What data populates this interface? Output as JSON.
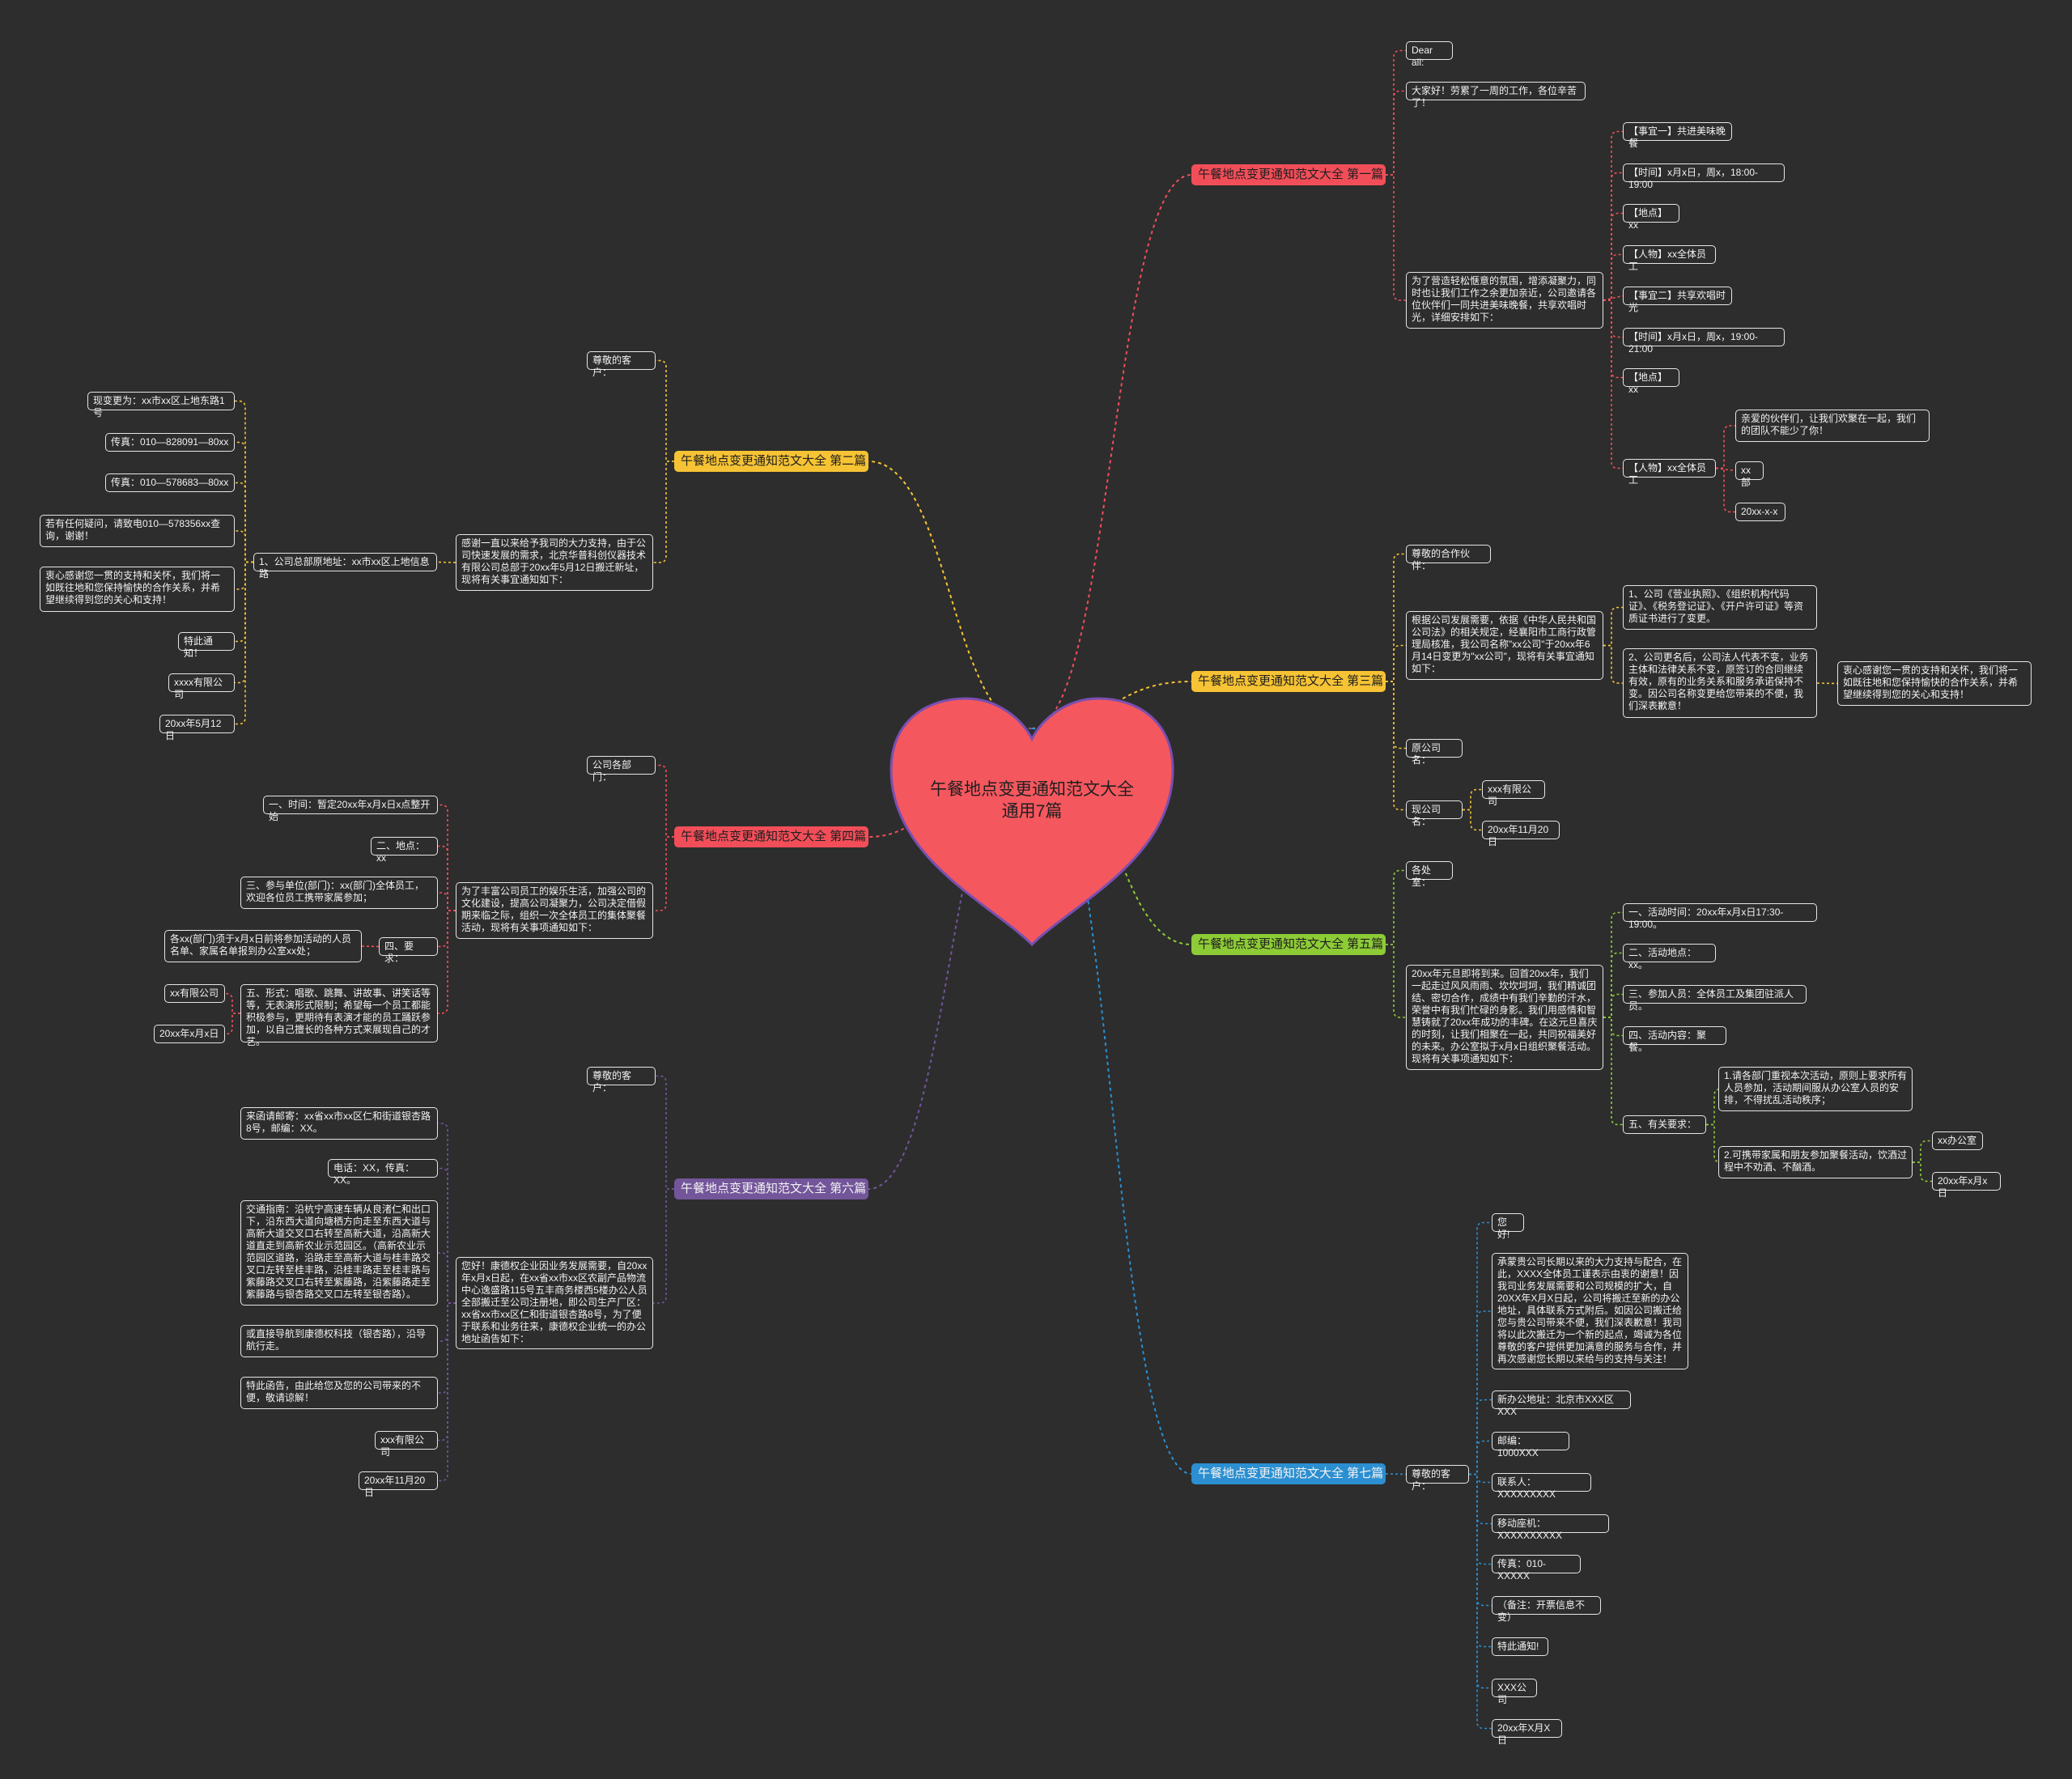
{
  "root": {
    "title": "午餐地点变更通知范文大全通用7篇"
  },
  "branches": [
    {
      "label": "午餐地点变更通知范文大全 第一篇",
      "color": "#f24e59",
      "text_color": "#1f1f1f",
      "nodes": [
        "Dear all:",
        "大家好！劳累了一周的工作，各位辛苦了！",
        "为了营造轻松惬意的氛围，增添凝聚力，同时也让我们工作之余更加亲近，公司邀请各位伙伴们一同共进美味晚餐，共享欢唱时光，详细安排如下：",
        "【事宜一】共进美味晚餐",
        "【时间】x月x日，周x，18:00-19:00",
        "【地点】xx",
        "【人物】xx全体员工",
        "【事宜二】共享欢唱时光",
        "【时间】x月x日，周x，19:00-21:00",
        "【地点】xx",
        "【人物】xx全体员工",
        "亲爱的伙伴们，让我们欢聚在一起，我们的团队不能少了你！",
        "xx部",
        "20xx-x-x"
      ]
    },
    {
      "label": "午餐地点变更通知范文大全 第二篇",
      "color": "#f6c334",
      "text_color": "#1f1f1f",
      "nodes": [
        "尊敬的客户：",
        "感谢一直以来给予我司的大力支持，由于公司快速发展的需求，北京华普科创仪器技术有限公司总部于20xx年5月12日搬迁新址，现将有关事宜通知如下：",
        "1、公司总部原地址：xx市xx区上地信息路",
        "现变更为：xx市xx区上地东路1号",
        "传真：010—828091—80xx",
        "传真：010—578683—80xx",
        "若有任何疑问，请致电010—578356xx查询，谢谢！",
        "衷心感谢您一贯的支持和关怀，我们将一如既往地和您保持愉快的合作关系，并希望继续得到您的关心和支持！",
        "特此通知！",
        "xxxx有限公司",
        "20xx年5月12日"
      ]
    },
    {
      "label": "午餐地点变更通知范文大全 第三篇",
      "color": "#f6c334",
      "text_color": "#1f1f1f",
      "nodes": [
        "尊敬的合作伙伴：",
        "根据公司发展需要，依据《中华人民共和国公司法》的相关规定，经襄阳市工商行政管理局核准，我公司名称\"xx公司\"于20xx年6月14日变更为\"xx公司\"，现将有关事宜通知如下：",
        "1、公司《营业执照》、《组织机构代码证》、《税务登记证》、《开户许可证》等资质证书进行了变更。",
        "2、公司更名后，公司法人代表不变，业务主体和法律关系不变，原签订的合同继续有效，原有的业务关系和服务承诺保持不变。因公司名称变更给您带来的不便，我们深表歉意！",
        "衷心感谢您一贯的支持和关怀，我们将一如既往地和您保持愉快的合作关系，并希望继续得到您的关心和支持！",
        "原公司名：",
        "现公司名：",
        "xxx有限公司",
        "20xx年11月20日"
      ]
    },
    {
      "label": "午餐地点变更通知范文大全 第四篇",
      "color": "#f24e59",
      "text_color": "#1f1f1f",
      "nodes": [
        "公司各部门：",
        "为了丰富公司员工的娱乐生活，加强公司的文化建设，提高公司凝聚力，公司决定借假期来临之际，组织一次全体员工的集体聚餐活动，现将有关事项通知如下：",
        "一、时间：暂定20xx年x月x日x点整开始",
        "二、地点：xx",
        "三、参与单位(部门)：xx(部门)全体员工，欢迎各位员工携带家属参加；",
        "四、要求：",
        "各xx(部门)须于x月x日前将参加活动的人员名单、家属名单报到办公室xx处；",
        "五、形式：唱歌、跳舞、讲故事、讲笑话等等，无表演形式限制；希望每一个员工都能积极参与，更期待有表演才能的员工踊跃参加，以自己擅长的各种方式来展现自己的才艺。",
        "xx有限公司",
        "20xx年x月x日"
      ]
    },
    {
      "label": "午餐地点变更通知范文大全 第五篇",
      "color": "#8dcc36",
      "text_color": "#1f1f1f",
      "nodes": [
        "各处室：",
        "20xx年元旦即将到来。回首20xx年，我们一起走过风风雨雨、坎坎坷坷，我们精诚团结、密切合作，成绩中有我们辛勤的汗水，荣誉中有我们忙碌的身影。我们用感情和智慧铸就了20xx年成功的丰碑。在这元旦喜庆的时刻，让我们相聚在一起，共同祝福美好的未来。办公室拟于x月x日组织聚餐活动。现将有关事项通知如下：",
        "一、活动时间：20xx年x月x日17:30-19:00。",
        "二、活动地点：xx。",
        "三、参加人员：全体员工及集团驻派人员。",
        "四、活动内容：聚餐。",
        "五、有关要求：",
        "1.请各部门重视本次活动，原则上要求所有人员参加，活动期间服从办公室人员的安排，不得扰乱活动秩序；",
        "2.可携带家属和朋友参加聚餐活动，饮酒过程中不劝酒、不酗酒。",
        "xx办公室",
        "20xx年x月x日"
      ]
    },
    {
      "label": "午餐地点变更通知范文大全 第六篇",
      "color": "#73559a",
      "text_color": "#f2f2f2",
      "nodes": [
        "尊敬的客户：",
        "您好！康德权企业因业务发展需要，自20xx年x月x日起，在xx省xx市xx区农副产品物流中心逸盛路115号五丰商务楼西5楼办公人员全部搬迁至公司注册地，即公司生产厂区：xx省xx市xx区仁和街道银杏路8号，为了便于联系和业务往来，康德权企业统一的办公地址函告如下：",
        "来函请邮寄：xx省xx市xx区仁和街道银杏路8号，邮编：XX。",
        "电话：XX，传真：XX。",
        "交通指南：沿杭宁高速车辆从良渚仁和出口下，沿东西大道向塘栖方向走至东西大道与高新大道交叉口右转至高新大道，沿高新大道直走到高新农业示范园区。（高新农业示范园区道路，沿路走至高新大道与桂丰路交叉口左转至桂丰路，沿桂丰路走至桂丰路与紫藤路交叉口右转至紫藤路，沿紫藤路走至紫藤路与银杏路交叉口左转至银杏路）。",
        "或直接导航到康德权科技（银杏路），沿导航行走。",
        "特此函告，由此给您及您的公司带来的不便，敬请谅解！",
        "xxx有限公司",
        "20xx年11月20日"
      ]
    },
    {
      "label": "午餐地点变更通知范文大全 第七篇",
      "color": "#2b8fd1",
      "text_color": "#f2f2f2",
      "nodes": [
        "尊敬的客户：",
        "您好!",
        "承蒙贵公司长期以来的大力支持与配合，在此，XXXX全体员工谨表示由衷的谢意！因我司业务发展需要和公司规模的扩大，自20XX年X月X日起，公司将搬迁至新的办公地址，具体联系方式附后。如因公司搬迁给您与贵公司带来不便，我们深表歉意！我司将以此次搬迁为一个新的起点，竭诚为各位尊敬的客户提供更加满意的服务与合作，并再次感谢您长期以来给与的支持与关注！",
        "新办公地址：北京市XXX区XXX",
        "邮编：1000XXX",
        "联系人：XXXXXXXXX",
        "移动座机：XXXXXXXXXX",
        "传真：010-XXXXX",
        "（备注：开票信息不变）",
        "特此通知!",
        "XXX公司",
        "20xx年X月X日"
      ]
    }
  ]
}
